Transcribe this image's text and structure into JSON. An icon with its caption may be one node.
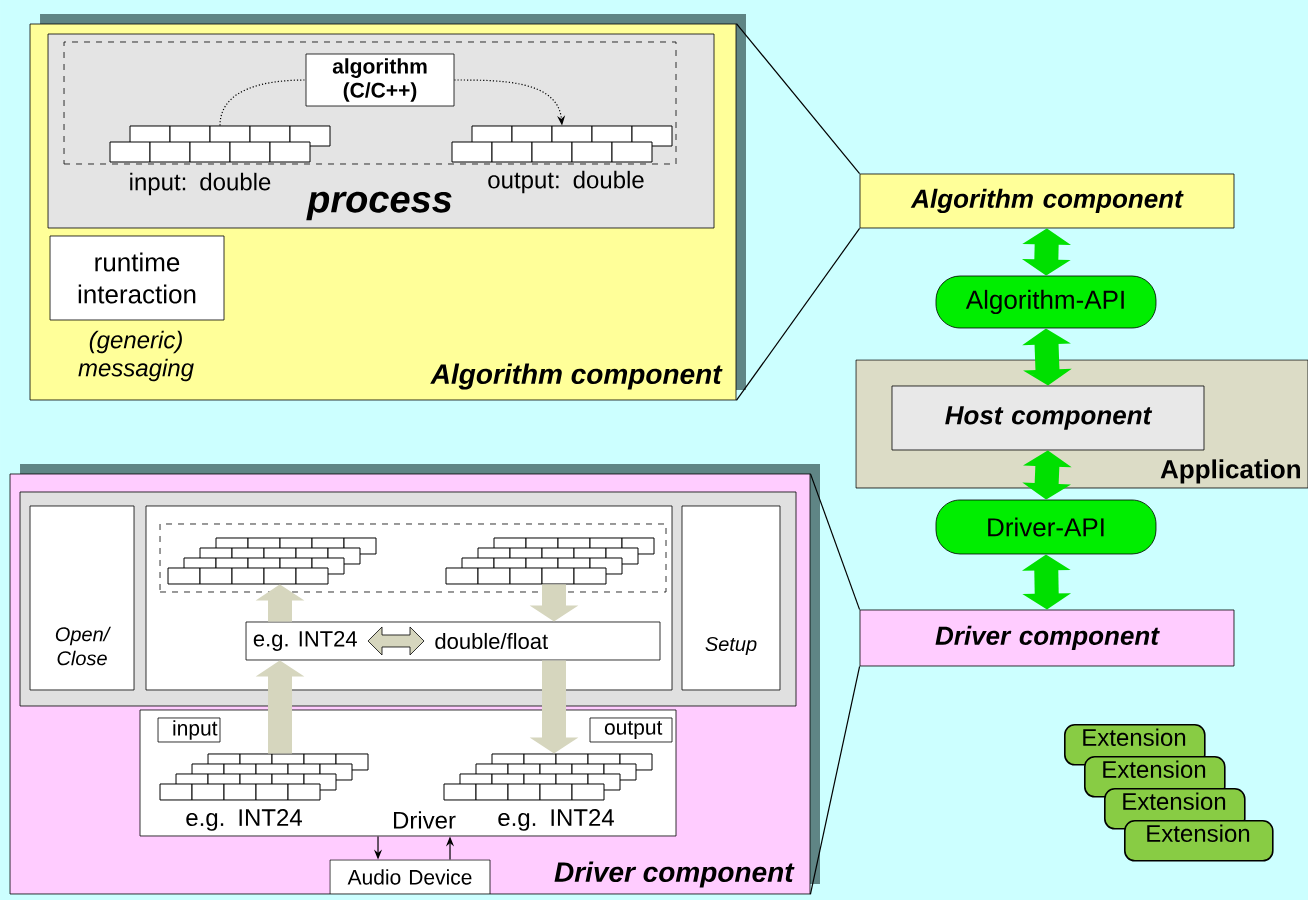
{
  "diagram": {
    "nodes": [
      {
        "text": [
          "Algorithm component"
        ]
      },
      {
        "text": [
          "process"
        ],
        "in": 0
      },
      {
        "text": [],
        "shape": "box",
        "in": 1
      },
      {
        "text": [
          "algorithm (C/C++)"
        ],
        "in": 2
      },
      {
        "text": [],
        "shape": "picture",
        "in": 2,
        "beside": [
          "input: double"
        ]
      },
      {
        "text": [],
        "shape": "picture",
        "in": 2,
        "beside": [
          "output: double"
        ]
      },
      {
        "text": [
          "runtime interaction"
        ],
        "in": 0,
        "beside": [
          "(generic) messaging"
        ]
      },
      {
        "text": [
          "Algorithm component"
        ]
      },
      {
        "text": [
          "Algorithm-API"
        ]
      },
      {
        "text": [
          "Application"
        ]
      },
      {
        "text": [
          "Host component"
        ],
        "in": 9
      },
      {
        "text": [
          "Driver-API"
        ]
      },
      {
        "text": [
          "Driver component"
        ]
      },
      {
        "text": [
          "Driver component"
        ]
      },
      {
        "text": [],
        "shape": "box",
        "in": 13
      },
      {
        "text": [
          "Open/ Close"
        ],
        "in": 14
      },
      {
        "text": [],
        "shape": "box",
        "in": 14
      },
      {
        "text": [
          "Setup"
        ],
        "in": 14
      },
      {
        "text": [],
        "shape": "box",
        "in": 16
      },
      {
        "text": [],
        "shape": "picture",
        "in": 18
      },
      {
        "text": [],
        "shape": "picture",
        "in": 18
      },
      {
        "text": [
          "e.g. INT24",
          "double/float"
        ],
        "in": 16
      },
      {
        "text": [
          "Driver"
        ],
        "in": 13
      },
      {
        "text": [
          "input"
        ],
        "in": 22
      },
      {
        "text": [
          "output"
        ],
        "in": 22
      },
      {
        "text": [],
        "shape": "picture",
        "in": 22,
        "beside": [
          "e.g. INT24"
        ]
      },
      {
        "text": [],
        "shape": "picture",
        "in": 22,
        "beside": [
          "e.g. INT24"
        ]
      },
      {
        "text": [
          "Audio Device"
        ],
        "in": 13
      },
      {
        "text": [
          "Extension"
        ]
      },
      {
        "text": [
          "Extension"
        ]
      },
      {
        "text": [
          "Extension"
        ]
      },
      {
        "text": [
          "Extension"
        ]
      }
    ],
    "edges": [
      {
        "from": 4,
        "to": 3,
        "arrow": "none",
        "style": "dashed"
      },
      {
        "from": 3,
        "to": 5,
        "arrow": "to",
        "style": "dashed"
      },
      {
        "from": 7,
        "to": 0,
        "arrow": "none"
      },
      {
        "from": 7,
        "to": 0,
        "arrow": "none"
      },
      {
        "from": 7,
        "to": 8,
        "arrow": "both",
        "style": "thick",
        "color": "#00e000"
      },
      {
        "from": 8,
        "to": 10,
        "arrow": "both",
        "style": "thick",
        "color": "#00e000"
      },
      {
        "from": 10,
        "to": 11,
        "arrow": "both",
        "style": "thick",
        "color": "#00e000"
      },
      {
        "from": 11,
        "to": 12,
        "arrow": "both",
        "style": "thick",
        "color": "#00e000"
      },
      {
        "from": 12,
        "to": 13,
        "arrow": "none"
      },
      {
        "from": 12,
        "to": 13,
        "arrow": "none"
      },
      {
        "from": 25,
        "to": 21,
        "arrow": "to",
        "style": "thick",
        "color": "#d6d6be"
      },
      {
        "from": 21,
        "to": 19,
        "arrow": "to",
        "style": "thick",
        "color": "#d6d6be"
      },
      {
        "from": 20,
        "to": 21,
        "arrow": "to",
        "style": "thick",
        "color": "#d6d6be"
      },
      {
        "from": 21,
        "to": 26,
        "arrow": "to",
        "style": "thick",
        "color": "#d6d6be"
      },
      {
        "from": 22,
        "to": 27,
        "arrow": "to"
      },
      {
        "from": 27,
        "to": 22,
        "arrow": "to"
      }
    ]
  }
}
